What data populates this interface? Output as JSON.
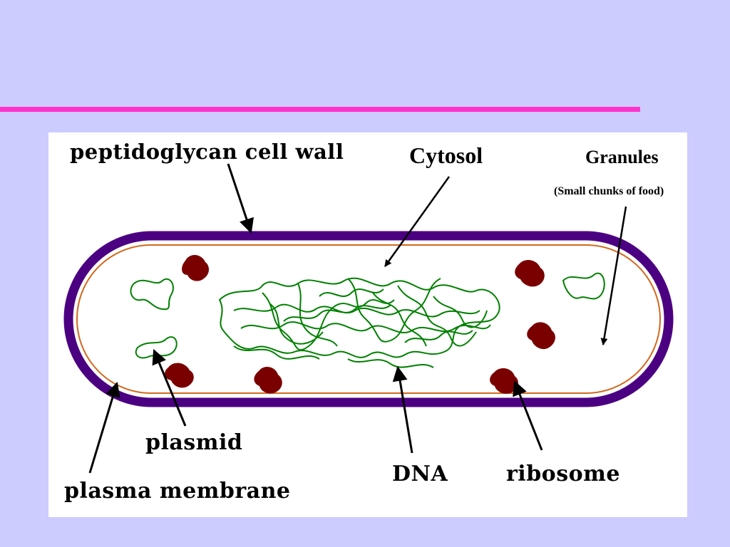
{
  "labels": {
    "cell_wall": "peptidoglycan cell wall",
    "cytosol": "Cytosol",
    "granules": "Granules",
    "granules_note": "(Small chunks of food)",
    "plasmid": "plasmid",
    "plasma_membrane": "plasma membrane",
    "dna": "DNA",
    "ribosome": "ribosome"
  },
  "colors": {
    "background": "#ccccff",
    "title_rule": "#ff33cc",
    "cell_wall": "#4b0082",
    "plasma_membrane": "#d2691e",
    "dna": "#008000",
    "ribosome": "#7a0000"
  }
}
